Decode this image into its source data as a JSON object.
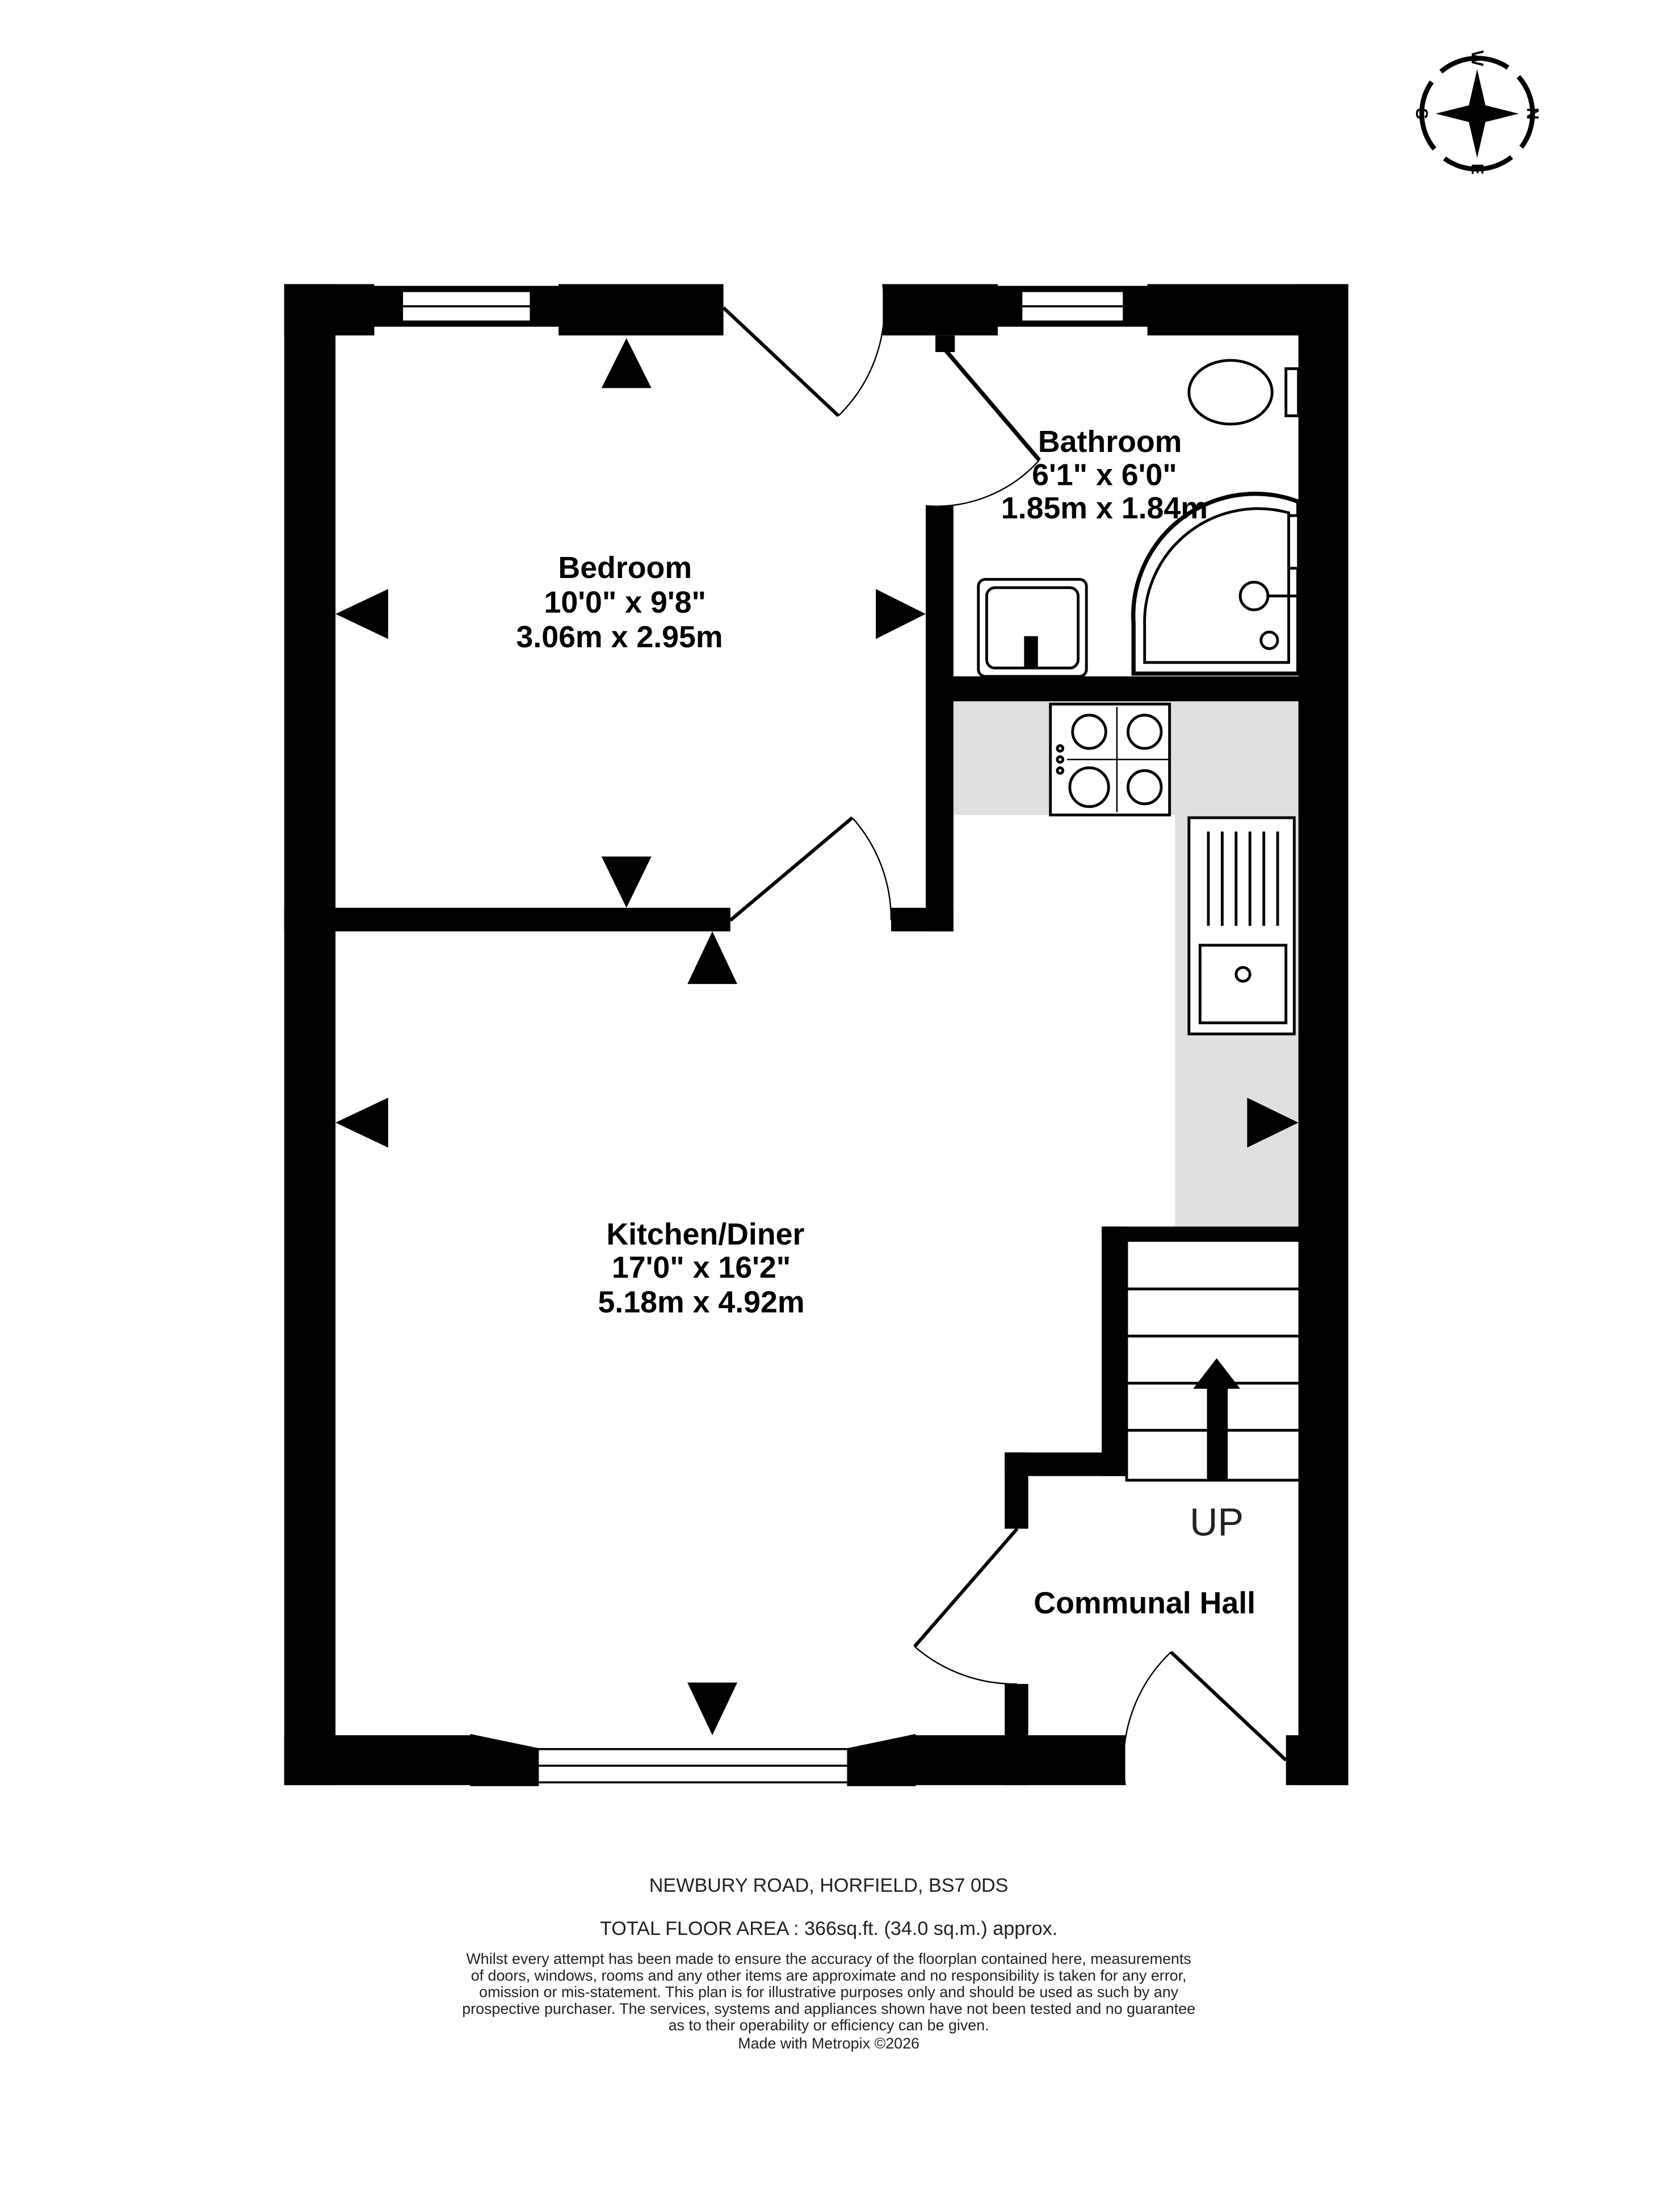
{
  "compass": {
    "north": "N",
    "south": "S",
    "east": "E",
    "west": "W"
  },
  "rooms": {
    "bedroom": {
      "name": "Bedroom",
      "imperial": "10'0\"  x 9'8\"",
      "metric": "3.06m  x 2.95m"
    },
    "bathroom": {
      "name": "Bathroom",
      "imperial": "6'1\"  x 6'0\"",
      "metric": "1.85m  x 1.84m"
    },
    "kitchen": {
      "name": "Kitchen/Diner",
      "imperial": "17'0\"  x 16'2\"",
      "metric": "5.18m  x 4.92m"
    },
    "hall": {
      "name": "Communal Hall"
    }
  },
  "stairs_label": "UP",
  "footer": {
    "address": "NEWBURY ROAD, HORFIELD, BS7 0DS",
    "area": "TOTAL FLOOR AREA : 366sq.ft. (34.0 sq.m.) approx.",
    "disclaimer": [
      "Whilst every attempt has been made to ensure the accuracy of the floorplan contained here, measurements",
      "of doors, windows, rooms and any other items are approximate and no responsibility is taken for any error,",
      "omission or mis-statement. This plan is for illustrative purposes only and should be used as such by any",
      "prospective purchaser. The services, systems and appliances shown have not been tested and no guarantee",
      "as to their operability or efficiency can be given."
    ],
    "credit": "Made with Metropix ©2026"
  }
}
